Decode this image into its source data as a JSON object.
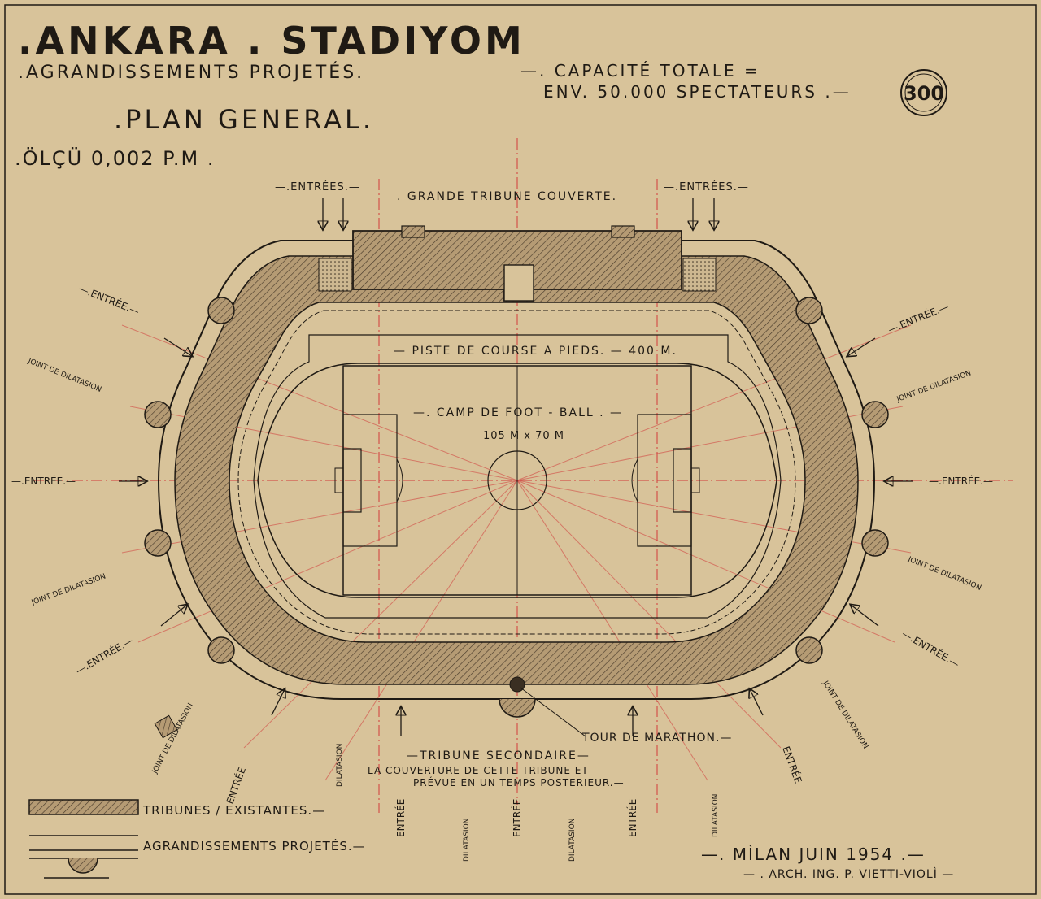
{
  "colors": {
    "paper": "#d8c39a",
    "ink": "#1f1a14",
    "axis_red": "#d23b3b",
    "hatch": "#8a7458"
  },
  "header": {
    "title": ".ANKARA . STADIYOM",
    "subtitle": ".AGRANDISSEMENTS PROJETÉS.",
    "capacity_line1": "—. CAPACITÉ TOTALE =",
    "capacity_line2": "ENV. 50.000 SPECTATEURS .—",
    "sheet_number": "300",
    "plan_title": ".PLAN GENERAL.",
    "scale": ".ÖLÇÜ 0,002 P.M ."
  },
  "plan": {
    "grand_tribune": ". GRANDE TRIBUNE COUVERTE.",
    "track": "— PISTE DE COURSE A PIEDS. — 400 M.",
    "field": "—. CAMP DE FOOT - BALL . —",
    "field_dims": "—105 M x 70 M—",
    "marathon": "TOUR DE MARATHON.—",
    "secondary_tribune": "—TRIBUNE SECONDAIRE—",
    "note_line1": "LA COUVERTURE DE CETTE TRIBUNE ET",
    "note_line2": "PRÉVUE EN UN TEMPS POSTERIEUR.—",
    "entrees": "—.ENTRÉES.—",
    "entree": "ENTRÉE",
    "entree_dash": "—.ENTRÉE.—",
    "joint": "JOINT DE DILATASION",
    "dilatasion": "DILATASION"
  },
  "legend": {
    "existing": "TRIBUNES / EXISTANTES.—",
    "projected": "AGRANDISSEMENTS PROJETÉS.—"
  },
  "footer": {
    "place_date": "—. MÌLAN JUIN 1954 .—",
    "architect": "— . ARCH. ING. P. VIETTI-VIOLÌ —"
  }
}
